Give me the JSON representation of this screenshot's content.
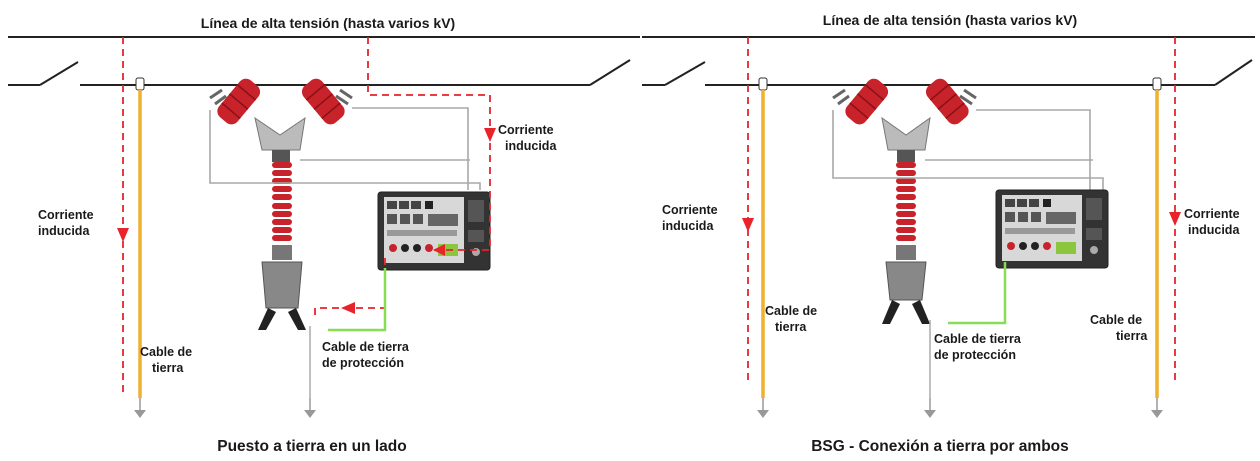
{
  "left": {
    "line_label": "Línea de alta tensión (hasta varios kV)",
    "induced_current_left": [
      "Corriente",
      "inducida"
    ],
    "induced_current_right": [
      "Corriente",
      "inducida"
    ],
    "earth_cable": [
      "Cable de",
      "tierra"
    ],
    "protective_earth_cable": [
      "Cable de tierra",
      "de protección"
    ],
    "caption": "Puesto a tierra en un lado"
  },
  "right": {
    "line_label": "Línea de alta tensión (hasta varios kV)",
    "induced_current_left": [
      "Corriente",
      "inducida"
    ],
    "induced_current_right": [
      "Corriente",
      "inducida"
    ],
    "earth_cable_left": [
      "Cable de",
      "tierra"
    ],
    "earth_cable_right": [
      "Cable de",
      "tierra"
    ],
    "protective_earth_cable": [
      "Cable de tierra",
      "de protección"
    ],
    "caption": "BSG - Conexión a tierra por ambos"
  },
  "colors": {
    "current": "#e8232a",
    "insulator": "#c8222a",
    "earth_pole": "#f0b030",
    "protective_wire": "#88dd55"
  }
}
